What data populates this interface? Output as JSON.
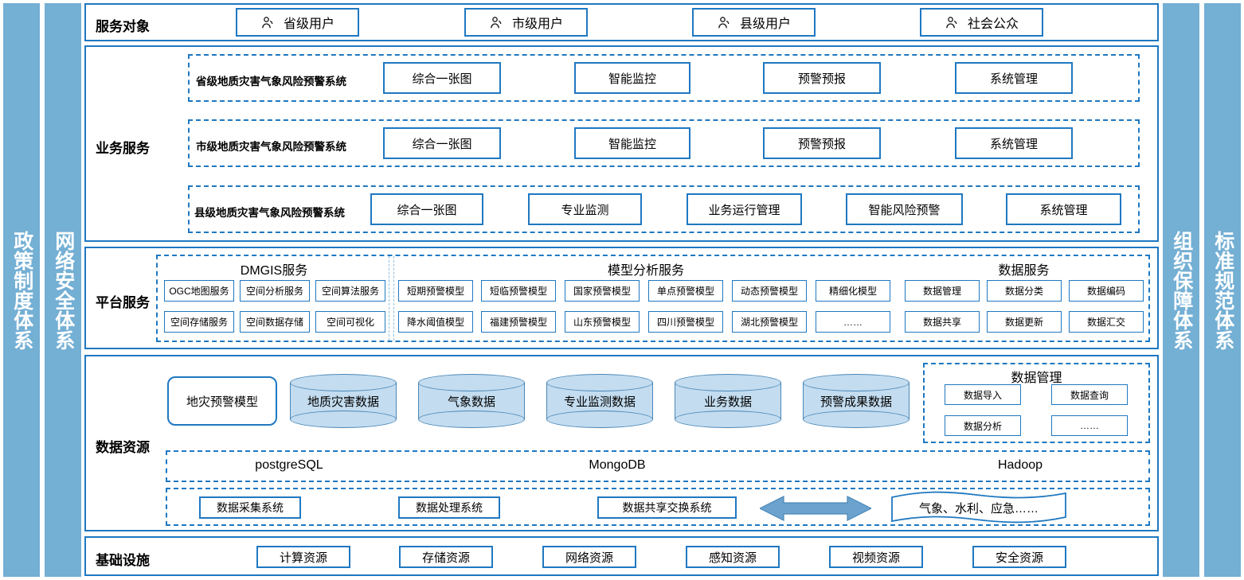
{
  "side_bars": {
    "left": [
      {
        "name": "policy-system",
        "label": "政策制度体系"
      },
      {
        "name": "network-security-system",
        "label": "网络安全体系"
      }
    ],
    "right": [
      {
        "name": "organization-guarantee-system",
        "label": "组织保障体系"
      },
      {
        "name": "standard-specification-system",
        "label": "标准规范体系"
      }
    ]
  },
  "colors": {
    "bar_blue": "#74AFD4",
    "outline_blue": "#1F78C1",
    "cylinder_fill": "#C3DCEF",
    "arrow_blue": "#6BA3CE"
  },
  "service_objects": {
    "label": "服务对象",
    "icon": "person-icon",
    "items": [
      {
        "name": "provincial-user",
        "label": "省级用户"
      },
      {
        "name": "municipal-user",
        "label": "市级用户"
      },
      {
        "name": "county-user",
        "label": "县级用户"
      },
      {
        "name": "public-user",
        "label": "社会公众"
      }
    ]
  },
  "business_services": {
    "label": "业务服务",
    "rows": [
      {
        "system": "省级地质灾害气象风险预警系统",
        "modules": [
          "综合一张图",
          "智能监控",
          "预警预报",
          "系统管理"
        ]
      },
      {
        "system": "市级地质灾害气象风险预警系统",
        "modules": [
          "综合一张图",
          "智能监控",
          "预警预报",
          "系统管理"
        ]
      },
      {
        "system": "县级地质灾害气象风险预警系统",
        "modules": [
          "综合一张图",
          "专业监测",
          "业务运行管理",
          "智能风险预警",
          "系统管理"
        ]
      }
    ]
  },
  "platform_services": {
    "label": "平台服务",
    "groups": [
      {
        "name": "dmgis-service",
        "title": "DMGIS服务",
        "row1": [
          "OGC地图服务",
          "空间分析服务",
          "空间算法服务"
        ],
        "row2": [
          "空间存储服务",
          "空间数据存储",
          "空间可视化"
        ]
      },
      {
        "name": "model-analysis-service",
        "title": "模型分析服务",
        "row1": [
          "短期预警模型",
          "短临预警模型",
          "国家预警模型",
          "单点预警模型",
          "动态预警模型",
          "精细化模型"
        ],
        "row2": [
          "降水阈值模型",
          "福建预警模型",
          "山东预警模型",
          "四川预警模型",
          "湖北预警模型",
          "……"
        ]
      },
      {
        "name": "data-service",
        "title": "数据服务",
        "row1": [
          "数据管理",
          "数据分类",
          "数据编码"
        ],
        "row2": [
          "数据共享",
          "数据更新",
          "数据汇交"
        ]
      }
    ]
  },
  "data_resources": {
    "label": "数据资源",
    "model_box": "地灾预警模型",
    "cylinders": [
      {
        "name": "geohazard-data",
        "label": "地质灾害数据"
      },
      {
        "name": "meteorological-data",
        "label": "气象数据"
      },
      {
        "name": "professional-monitoring-data",
        "label": "专业监测数据"
      },
      {
        "name": "business-data",
        "label": "业务数据"
      },
      {
        "name": "warning-result-data",
        "label": "预警成果数据"
      }
    ],
    "data_management": {
      "title": "数据管理",
      "items": [
        "数据导入",
        "数据查询",
        "数据分析",
        "……"
      ]
    },
    "databases": [
      "postgreSQL",
      "MongoDB",
      "Hadoop"
    ],
    "systems": [
      {
        "name": "data-collection-system",
        "label": "数据采集系统"
      },
      {
        "name": "data-processing-system",
        "label": "数据处理系统"
      },
      {
        "name": "data-sharing-exchange-system",
        "label": "数据共享交换系统"
      }
    ],
    "arrow": "double-arrow-icon",
    "external": "气象、水利、应急……"
  },
  "infrastructure": {
    "label": "基础设施",
    "items": [
      {
        "name": "computing-resource",
        "label": "计算资源"
      },
      {
        "name": "storage-resource",
        "label": "存储资源"
      },
      {
        "name": "network-resource",
        "label": "网络资源"
      },
      {
        "name": "sensing-resource",
        "label": "感知资源"
      },
      {
        "name": "video-resource",
        "label": "视频资源"
      },
      {
        "name": "security-resource",
        "label": "安全资源"
      }
    ]
  }
}
